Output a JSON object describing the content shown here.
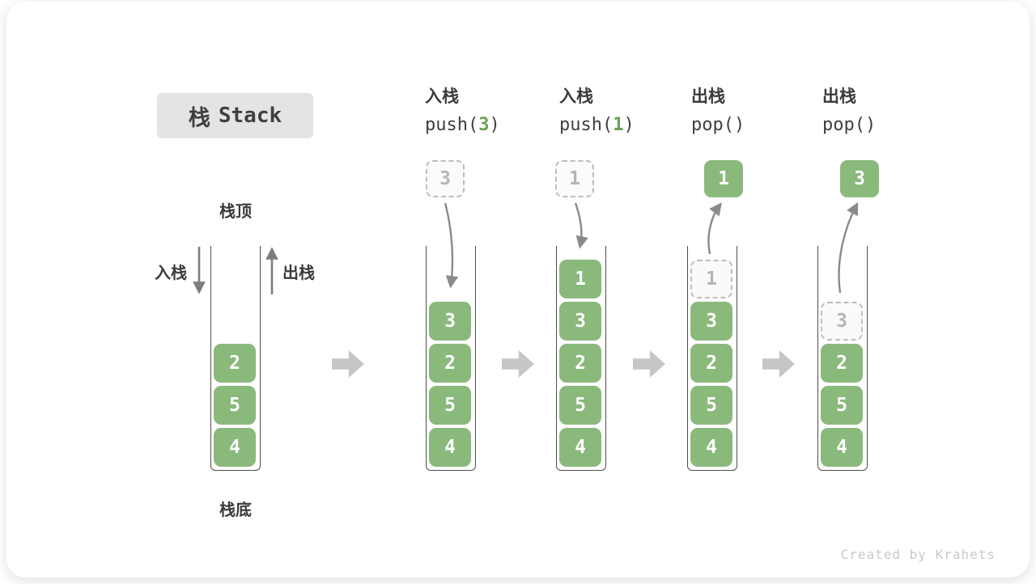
{
  "page": {
    "title_cn": "栈",
    "title_en": "Stack",
    "footer": "Created by Krahets"
  },
  "legend": {
    "stack_top": "栈顶",
    "stack_bottom": "栈底",
    "push_label": "入栈",
    "pop_label": "出栈"
  },
  "colors": {
    "element_green": "#8ab97c",
    "code_arg_green": "#69a052",
    "dashed_grey": "#bdbdbd",
    "arrow_grey": "#8a8a8a",
    "block_arrow_grey": "#c6c6c6",
    "title_bg": "#e4e4e4",
    "label_dark": "#3b3b3b"
  },
  "operations": [
    {
      "name_cn": "入栈",
      "code_prefix": "push(",
      "code_arg": "3",
      "code_suffix": ")"
    },
    {
      "name_cn": "入栈",
      "code_prefix": "push(",
      "code_arg": "1",
      "code_suffix": ")"
    },
    {
      "name_cn": "出栈",
      "code_prefix": "pop(",
      "code_arg": "",
      "code_suffix": ")"
    },
    {
      "name_cn": "出栈",
      "code_prefix": "pop(",
      "code_arg": "",
      "code_suffix": ")"
    }
  ],
  "floating_boxes": [
    {
      "value": "3",
      "variant": "dashed"
    },
    {
      "value": "1",
      "variant": "dashed"
    },
    {
      "value": "1",
      "variant": "solid"
    },
    {
      "value": "3",
      "variant": "solid"
    }
  ],
  "stacks": [
    {
      "cells": [
        {
          "value": "2",
          "variant": "solid",
          "slot": 2
        },
        {
          "value": "5",
          "variant": "solid",
          "slot": 1
        },
        {
          "value": "4",
          "variant": "solid",
          "slot": 0
        }
      ]
    },
    {
      "cells": [
        {
          "value": "3",
          "variant": "solid",
          "slot": 3
        },
        {
          "value": "2",
          "variant": "solid",
          "slot": 2
        },
        {
          "value": "5",
          "variant": "solid",
          "slot": 1
        },
        {
          "value": "4",
          "variant": "solid",
          "slot": 0
        }
      ]
    },
    {
      "cells": [
        {
          "value": "1",
          "variant": "solid",
          "slot": 4
        },
        {
          "value": "3",
          "variant": "solid",
          "slot": 3
        },
        {
          "value": "2",
          "variant": "solid",
          "slot": 2
        },
        {
          "value": "5",
          "variant": "solid",
          "slot": 1
        },
        {
          "value": "4",
          "variant": "solid",
          "slot": 0
        }
      ]
    },
    {
      "cells": [
        {
          "value": "1",
          "variant": "dashed",
          "slot": 4
        },
        {
          "value": "3",
          "variant": "solid",
          "slot": 3
        },
        {
          "value": "2",
          "variant": "solid",
          "slot": 2
        },
        {
          "value": "5",
          "variant": "solid",
          "slot": 1
        },
        {
          "value": "4",
          "variant": "solid",
          "slot": 0
        }
      ]
    },
    {
      "cells": [
        {
          "value": "3",
          "variant": "dashed",
          "slot": 3
        },
        {
          "value": "2",
          "variant": "solid",
          "slot": 2
        },
        {
          "value": "5",
          "variant": "solid",
          "slot": 1
        },
        {
          "value": "4",
          "variant": "solid",
          "slot": 0
        }
      ]
    }
  ]
}
